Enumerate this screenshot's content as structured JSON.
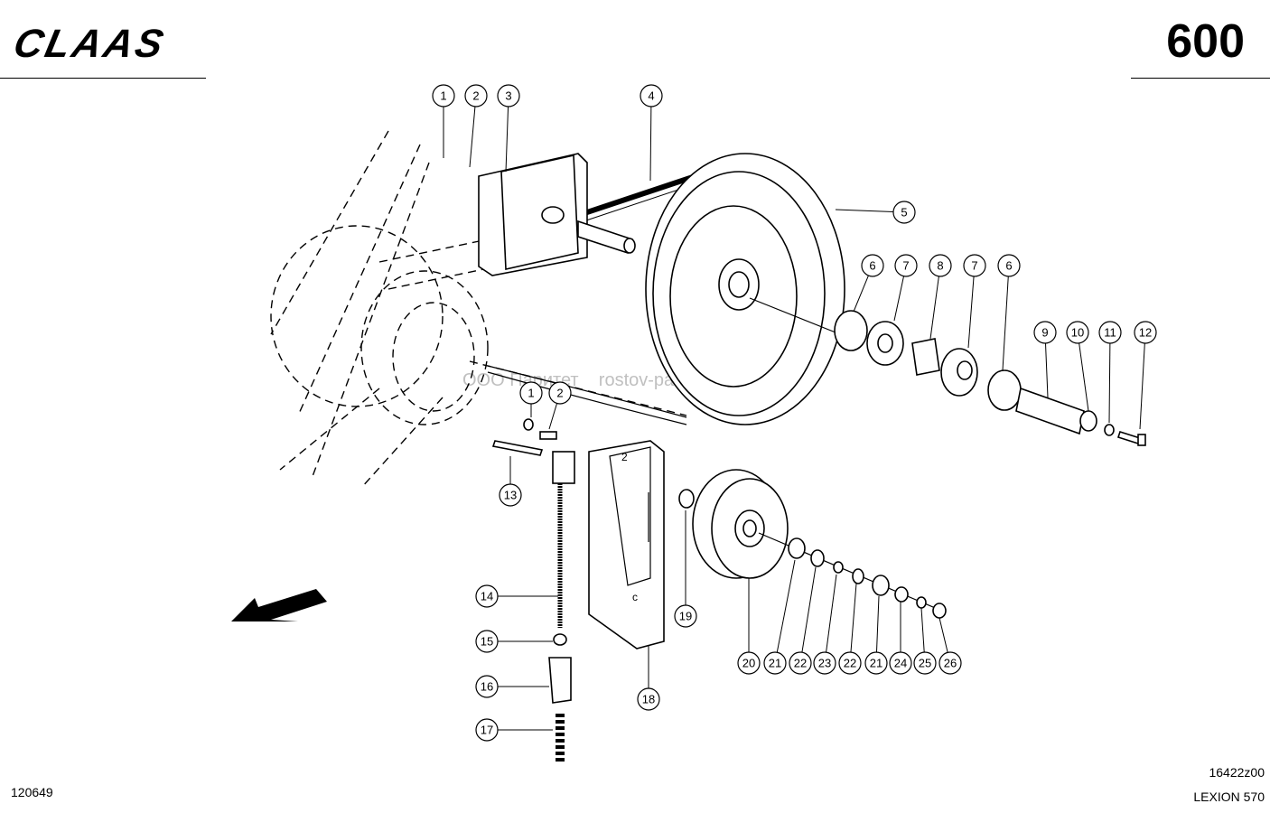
{
  "header": {
    "brand": "CLAAS",
    "page_number": "600"
  },
  "footer": {
    "sheet_id": "120649",
    "drawing_code": "16422z00",
    "model": "LEXION 570"
  },
  "watermark": "ООО Паритет    rostov-paritet.ru",
  "callouts": [
    {
      "label": "1"
    },
    {
      "label": "2"
    },
    {
      "label": "3"
    },
    {
      "label": "4"
    },
    {
      "label": "5"
    },
    {
      "label": "6"
    },
    {
      "label": "7"
    },
    {
      "label": "8"
    },
    {
      "label": "7"
    },
    {
      "label": "6"
    },
    {
      "label": "9"
    },
    {
      "label": "10"
    },
    {
      "label": "11"
    },
    {
      "label": "12"
    },
    {
      "label": "1"
    },
    {
      "label": "2"
    },
    {
      "label": "13"
    },
    {
      "label": "14"
    },
    {
      "label": "15"
    },
    {
      "label": "16"
    },
    {
      "label": "17"
    },
    {
      "label": "18"
    },
    {
      "label": "19"
    },
    {
      "label": "20"
    },
    {
      "label": "21"
    },
    {
      "label": "22"
    },
    {
      "label": "23"
    },
    {
      "label": "22"
    },
    {
      "label": "21"
    },
    {
      "label": "24"
    },
    {
      "label": "25"
    },
    {
      "label": "26"
    }
  ],
  "bracket_marks": {
    "top": "2",
    "bottom": "c"
  }
}
